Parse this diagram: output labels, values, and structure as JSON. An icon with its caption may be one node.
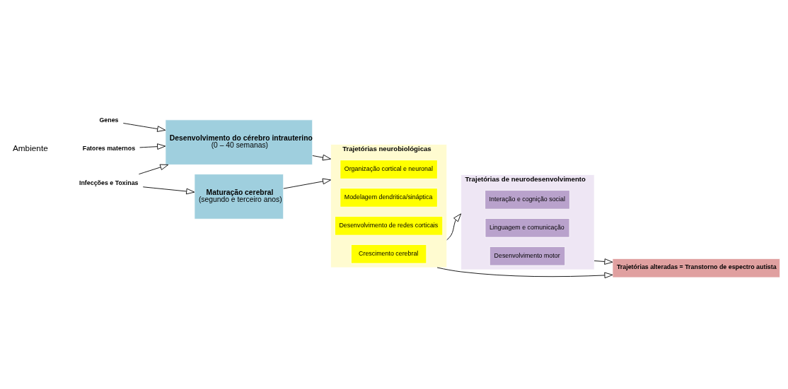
{
  "diagram": {
    "nodes": [
      {
        "text": [
          "Genes"
        ]
      },
      {
        "text": [
          "Fatores maternos"
        ]
      },
      {
        "text": [
          "Infecções e Toxinas"
        ]
      },
      {
        "text": [
          "Desenvolvimento do cérebro intrauterino",
          "(0 – 40 semanas)"
        ]
      },
      {
        "text": [
          "Maturação cerebral",
          "(segundo e terceiro anos)"
        ]
      },
      {
        "text": [
          "Trajetórias neurobiológicas"
        ]
      },
      {
        "text": [
          "Organização cortical e neuronal"
        ],
        "in": 5
      },
      {
        "text": [
          "Modelagem dendritica/sináptica"
        ],
        "in": 5
      },
      {
        "text": [
          "Desenvolvimento de redes corticais"
        ],
        "in": 5
      },
      {
        "text": [
          "Crescimento cerebral"
        ],
        "in": 5
      },
      {
        "text": [
          "Trajetórias de neurodesenvolvimento"
        ]
      },
      {
        "text": [
          "Interação e cognição social"
        ],
        "in": 10
      },
      {
        "text": [
          "Linguagem e comunicação"
        ],
        "in": 10
      },
      {
        "text": [
          "Desenvolvimento motor"
        ],
        "in": 10
      },
      {
        "text": [
          "Trajetórias alteradas = Transtorno de espectro autista"
        ]
      }
    ],
    "edges": [
      {
        "from": 0,
        "to": 3,
        "arrow": "to"
      },
      {
        "from": 1,
        "to": 3,
        "arrow": "to"
      },
      {
        "from": 2,
        "to": 3,
        "arrow": "to"
      },
      {
        "from": 2,
        "to": 4,
        "arrow": "to"
      },
      {
        "from": 3,
        "to": 5,
        "arrow": "to"
      },
      {
        "from": 4,
        "to": 5,
        "arrow": "to"
      },
      {
        "from": 5,
        "to": 10,
        "arrow": "to"
      },
      {
        "from": 5,
        "to": 14,
        "arrow": "to"
      },
      {
        "from": 10,
        "to": 14,
        "arrow": "to"
      }
    ],
    "labels": [
      "Ambiente"
    ]
  }
}
